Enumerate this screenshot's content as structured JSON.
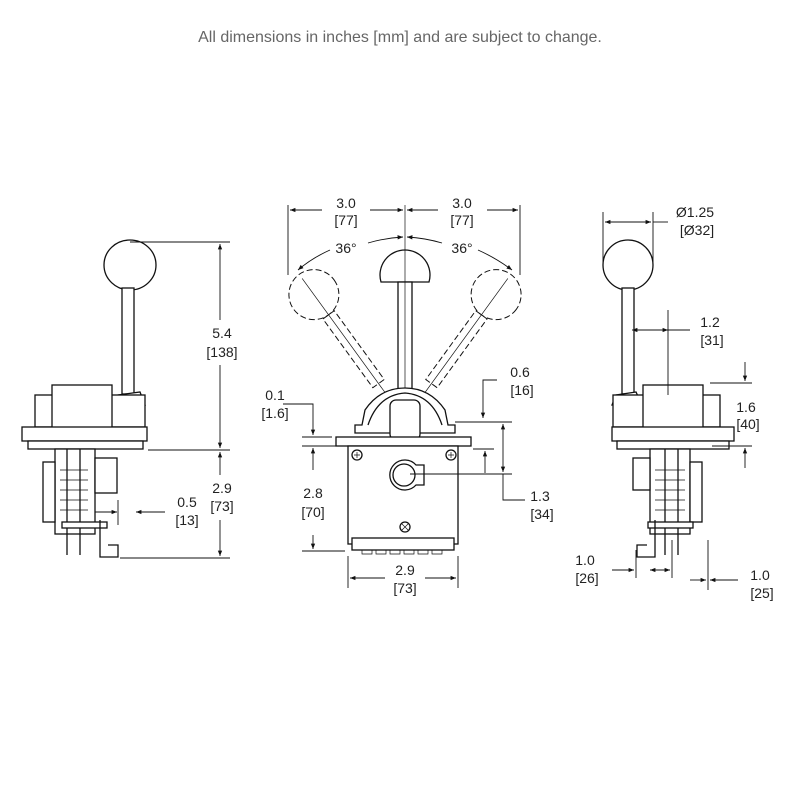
{
  "note": "All dimensions in inches [mm] and are subject to change.",
  "dims": {
    "left_sweep": [
      "3.0",
      "[77]"
    ],
    "right_sweep": [
      "3.0",
      "[77]"
    ],
    "left_angle": "36°",
    "right_angle": "36°",
    "knob_dia": [
      "Ø1.25",
      "[Ø32]"
    ],
    "height_above": [
      "5.4",
      "[138]"
    ],
    "shaft_offset": [
      "1.2",
      "[31]"
    ],
    "dome_height": [
      "0.6",
      "[16]"
    ],
    "flange": [
      "0.1",
      "[1.6]"
    ],
    "housing_height": [
      "1.6",
      "[40]"
    ],
    "depth_below_side": [
      "2.9",
      "[73]"
    ],
    "bracket_offset": [
      "0.5",
      "[13]"
    ],
    "body_height": [
      "2.8",
      "[70]"
    ],
    "ring_offset": [
      "1.3",
      "[34]"
    ],
    "body_width": [
      "2.9",
      "[73]"
    ],
    "right_left_offset": [
      "1.0",
      "[26]"
    ],
    "right_right_offset": [
      "1.0",
      "[25]"
    ]
  }
}
